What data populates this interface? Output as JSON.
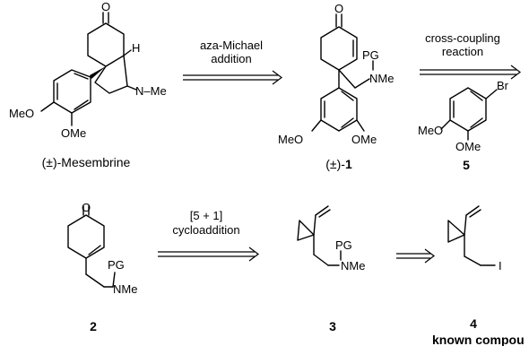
{
  "compounds": {
    "mesembrine": {
      "label": "(±)-Mesembrine",
      "atoms": {
        "ketone_o": "O",
        "nh": "H",
        "n_me": "N–Me",
        "ome1": "MeO",
        "ome2": "OMe"
      }
    },
    "c1": {
      "label_prefix": "(±)-",
      "label_num": "1",
      "atoms": {
        "ketone_o": "O",
        "pg": "PG",
        "nme": "NMe",
        "ome1": "MeO",
        "ome2": "OMe"
      }
    },
    "c5": {
      "label": "5",
      "atoms": {
        "br": "Br",
        "ome1": "MeO",
        "ome2": "OMe"
      }
    },
    "c2": {
      "label": "2",
      "atoms": {
        "ketone_o": "O",
        "pg": "PG",
        "nme": "NMe"
      }
    },
    "c3": {
      "label": "3",
      "atoms": {
        "pg": "PG",
        "nme": "NMe"
      }
    },
    "c4": {
      "label": "4",
      "sublabel": "known compou",
      "atoms": {
        "iodo": "I"
      }
    }
  },
  "arrows": {
    "a1": {
      "line1": "aza-Michael",
      "line2": "addition"
    },
    "a2": {
      "line1": "cross-coupling",
      "line2": "reaction"
    },
    "a3": {
      "line1": "[5 + 1]",
      "line2": "cycloaddition"
    },
    "a4": {
      "line1": ""
    }
  }
}
